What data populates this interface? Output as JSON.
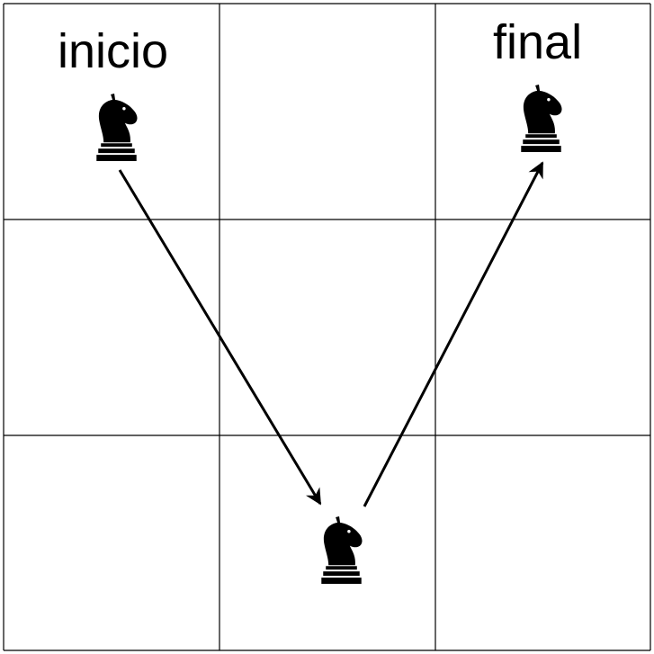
{
  "labels": {
    "start": "inicio",
    "end": "final"
  },
  "board": {
    "rows": 3,
    "cols": 3,
    "line_color": "#000000",
    "background": "#ffffff"
  },
  "pieces": [
    {
      "name": "knight-start-icon",
      "icon": "black-knight",
      "row": 1,
      "col": 1
    },
    {
      "name": "knight-middle-icon",
      "icon": "black-knight",
      "row": 3,
      "col": 2
    },
    {
      "name": "knight-end-icon",
      "icon": "black-knight",
      "row": 1,
      "col": 3
    }
  ],
  "moves": [
    {
      "name": "move-arrow-1",
      "from": {
        "row": 1,
        "col": 1
      },
      "to": {
        "row": 3,
        "col": 2
      }
    },
    {
      "name": "move-arrow-2",
      "from": {
        "row": 3,
        "col": 2
      },
      "to": {
        "row": 1,
        "col": 3
      }
    }
  ]
}
